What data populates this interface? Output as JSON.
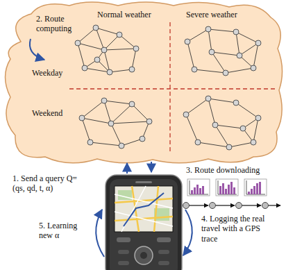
{
  "diagram": {
    "nodes": [
      {
        "text": [
          "2. Route computing",
          "Normal weather",
          "Severe weather",
          "Weekday",
          "Weekend"
        ]
      }
    ],
    "labels": [
      "1. Send a query Q=(qs, qd, t, α)",
      "3. Route downloading",
      "4. Logging the real travel with a GPS trace",
      "5. Learning new α"
    ]
  }
}
